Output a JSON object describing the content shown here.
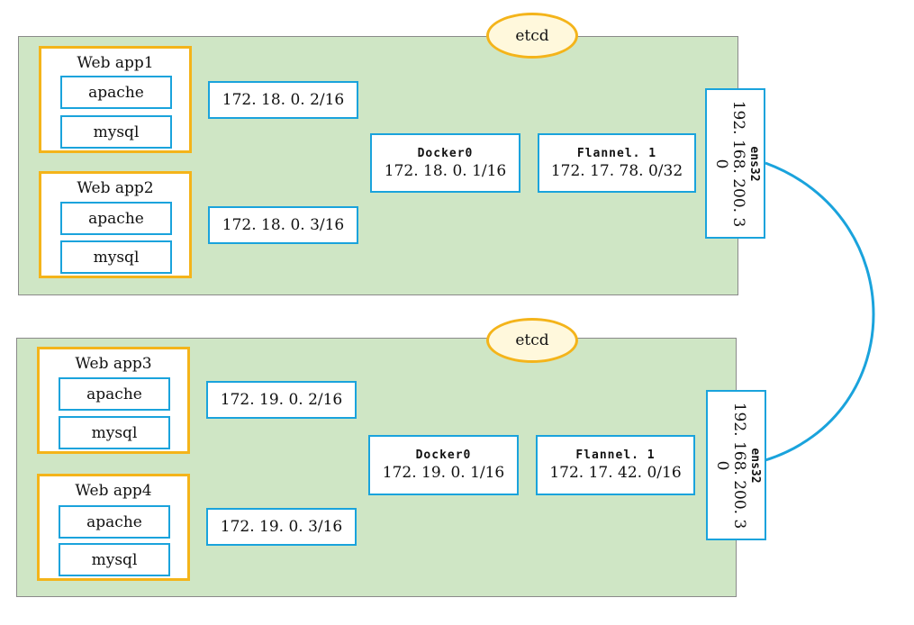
{
  "hosts": [
    {
      "apps": [
        {
          "title": "Web app1",
          "services": [
            "apache",
            "mysql"
          ],
          "ip": "172. 18. 0. 2/16"
        },
        {
          "title": "Web app2",
          "services": [
            "apache",
            "mysql"
          ],
          "ip": "172. 18. 0. 3/16"
        }
      ],
      "docker": {
        "name": "Docker0",
        "ip": "172. 18. 0. 1/16"
      },
      "flannel": {
        "name": "Flannel. 1",
        "ip": "172. 17. 78. 0/32"
      },
      "etcd": "etcd",
      "nic": {
        "name": "ens32",
        "ip": "192. 168. 200. 3",
        "ip_tail": "0"
      }
    },
    {
      "apps": [
        {
          "title": "Web app3",
          "services": [
            "apache",
            "mysql"
          ],
          "ip": "172. 19. 0. 2/16"
        },
        {
          "title": "Web app4",
          "services": [
            "apache",
            "mysql"
          ],
          "ip": "172. 19. 0. 3/16"
        }
      ],
      "docker": {
        "name": "Docker0",
        "ip": "172. 19. 0. 1/16"
      },
      "flannel": {
        "name": "Flannel. 1",
        "ip": "172. 17. 42. 0/16"
      },
      "etcd": "etcd",
      "nic": {
        "name": "ens32",
        "ip": "192. 168. 200. 3",
        "ip_tail": "0"
      }
    }
  ],
  "colors": {
    "panel": "#cfe6c5",
    "app_border": "#f4b41a",
    "link": "#1aa3dc"
  }
}
